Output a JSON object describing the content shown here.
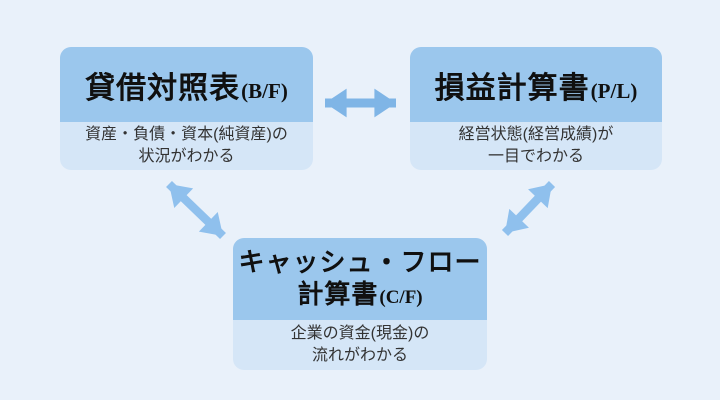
{
  "colors": {
    "page_bg": "#E9F1FA",
    "box_header": "#9BC7ED",
    "box_body": "#D5E6F7",
    "arrow_h": "#7FB5E6",
    "arrow_d": "#8FC0ED",
    "title_text": "#101010",
    "desc_text": "#333333"
  },
  "diagram": {
    "boxes": [
      {
        "name": "balance-sheet",
        "title": "貸借対照表",
        "abbr": "(B/F)",
        "description": [
          "資産・負債・資本(純資産)の",
          "状況がわかる"
        ]
      },
      {
        "name": "profit-and-loss-statement",
        "title": "損益計算書",
        "abbr": "(P/L)",
        "description": [
          "経営状態(経営成績)が",
          "一目でわかる"
        ]
      },
      {
        "name": "cash-flow-statement",
        "title_lines": [
          "キャッシュ・フロー",
          "計算書"
        ],
        "abbr": "(C/F)",
        "description": [
          "企業の資金(現金)の",
          "流れがわかる"
        ]
      }
    ],
    "connectors": [
      {
        "name": "arrow-balance-profit",
        "type": "double-headed-arrow"
      },
      {
        "name": "arrow-balance-cashflow",
        "type": "double-headed-arrow"
      },
      {
        "name": "arrow-profit-cashflow",
        "type": "double-headed-arrow"
      }
    ]
  }
}
